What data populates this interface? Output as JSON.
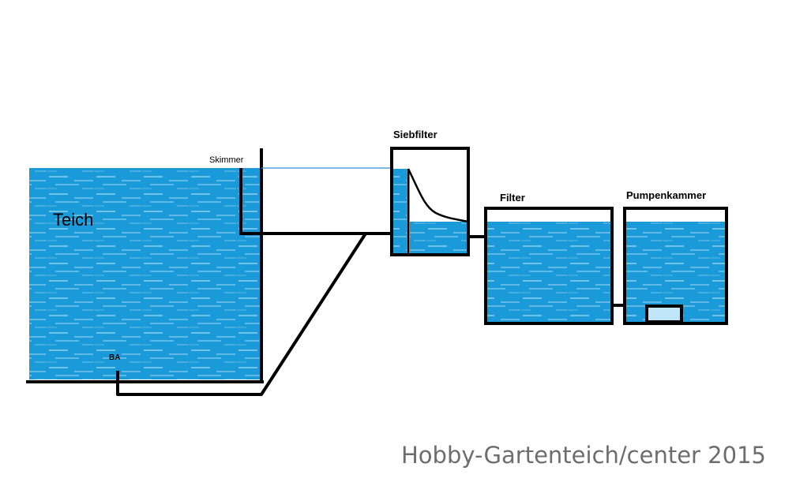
{
  "labels": {
    "pond": "Teich",
    "skimmer": "Skimmer",
    "bottom_drain": "BA",
    "sieve_filter": "Siebfilter",
    "filter": "Filter",
    "pump_chamber": "Pumpenkammer"
  },
  "watermark": "Hobby-Gartenteich/center 2015",
  "colors": {
    "water": "#1a9ad8",
    "water_highlight": "#bfe6f8",
    "pipe": "#000000",
    "waterline": "#2b8fd6",
    "background": "#ffffff"
  }
}
